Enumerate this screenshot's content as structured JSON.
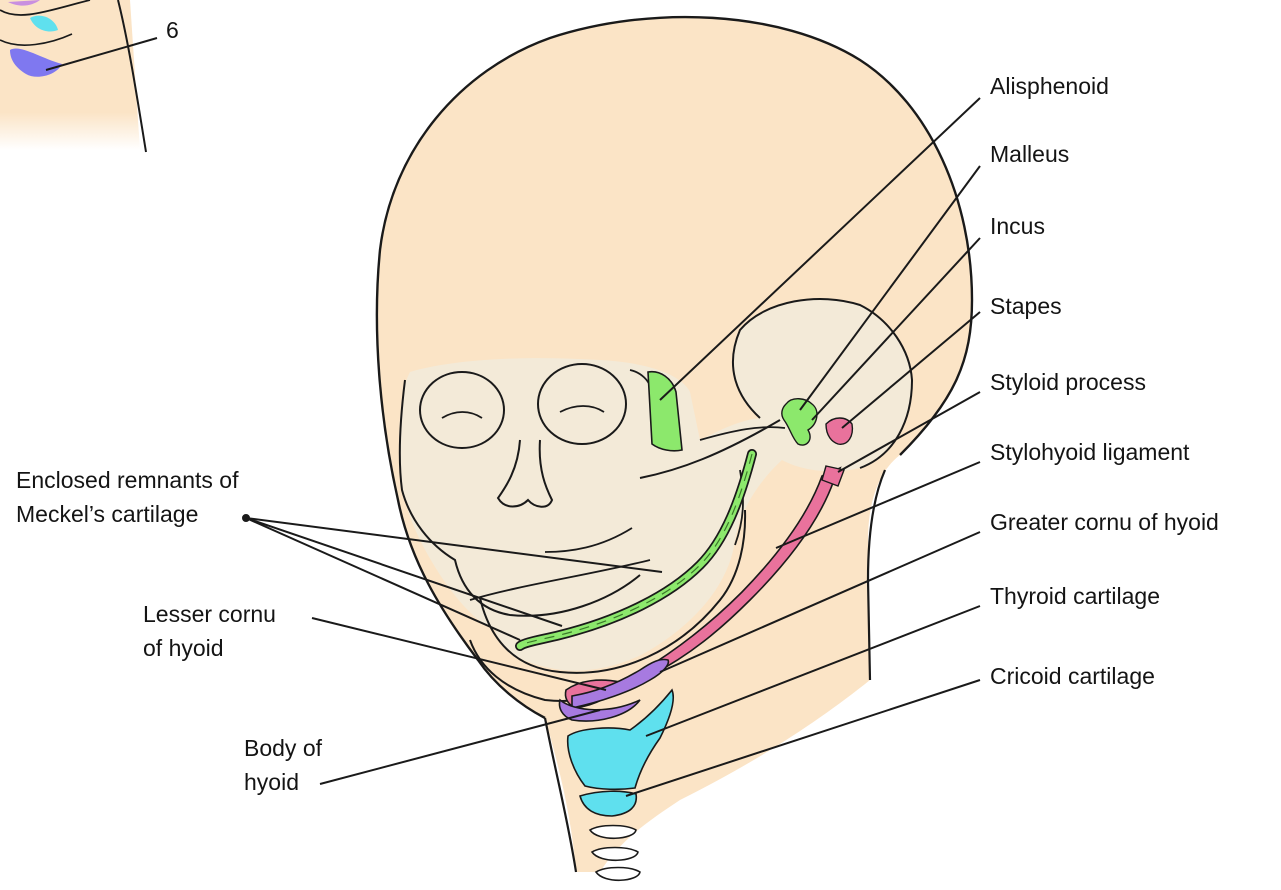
{
  "inset": {
    "number_label": "6"
  },
  "labels_right": [
    {
      "id": "alisphenoid",
      "text": "Alisphenoid"
    },
    {
      "id": "malleus",
      "text": "Malleus"
    },
    {
      "id": "incus",
      "text": "Incus"
    },
    {
      "id": "stapes",
      "text": "Stapes"
    },
    {
      "id": "styloid-process",
      "text": "Styloid process"
    },
    {
      "id": "stylohyoid-ligament",
      "text": "Stylohyoid ligament"
    },
    {
      "id": "greater-cornu-of-hyoid",
      "text": "Greater cornu of hyoid"
    },
    {
      "id": "thyroid-cartilage",
      "text": "Thyroid cartilage"
    },
    {
      "id": "cricoid-cartilage",
      "text": "Cricoid cartilage"
    }
  ],
  "labels_left": {
    "meckels_line1": "Enclosed remnants of",
    "meckels_line2": "Meckel’s cartilage",
    "lesser_cornu_line1": "Lesser cornu",
    "lesser_cornu_line2": "of hyoid",
    "body_hyoid_line1": "Body of",
    "body_hyoid_line2": "hyoid"
  },
  "colors": {
    "skin": "#fbe4c6",
    "bone_pale": "#f3ead8",
    "outline": "#1a1a1a",
    "first_arch_green": "#8ce86c",
    "second_arch_pink": "#e9729c",
    "third_arch_purple": "#a77ae0",
    "fourth_sixth_arch_cyan": "#5fe0ee",
    "sixth_arch_blue": "#7f78f0"
  }
}
